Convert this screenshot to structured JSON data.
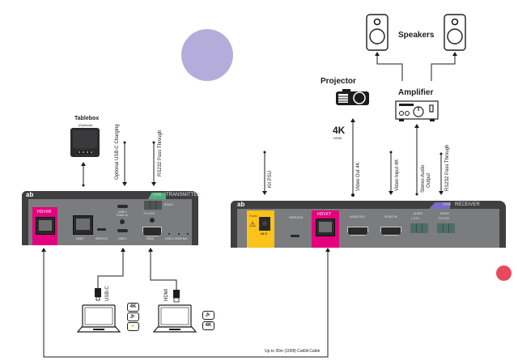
{
  "diagram": {
    "devices_top": {
      "speakers_label": "Speakers",
      "projector_label": "Projector",
      "amplifier_label": "Amplifier",
      "tablebox_label": "Tablebox",
      "tablebox_sub": "(Optional)",
      "hdmi_4k_big": "4K",
      "hdmi_4k_small": "HDMI"
    },
    "connection_labels": {
      "optional_usbc": "Optional USB-C Charging",
      "rs232_tx": "RS232 Pass Through",
      "kit_psu": "Kit PSU",
      "video_out": "Video Out 4K",
      "video_in": "Video Input 4K",
      "stereo_audio": "Stereo Audio",
      "stereo_audio_2": "Output",
      "rs232_rx": "RS232 Pass Through",
      "usbc_cable": "USB-C",
      "hdmi_cable": "HDMI",
      "cat6a": "Up to 35m (100ft) Cat6A Cable"
    },
    "transmitter": {
      "logo": "ab",
      "model_tag": "VXR",
      "title": "TRANSMITTER",
      "hdbaset_label": "HDVXR",
      "ports": {
        "hdbaset_in": "HDBT",
        "service": "SERVICE",
        "usbc_power": "USB-C",
        "usbc_power_2": "Power In",
        "usbc": "USB-C",
        "rs232": "RS232",
        "rs232_pins": "TX  G  RX",
        "hdmi": "HDMI",
        "leds": "USB-C  HDMI  Net"
      }
    },
    "receiver": {
      "logo": "ab",
      "model_tag": "VXR",
      "title": "RECEIVER",
      "power_label": "Power",
      "power_voltage": "24 V",
      "service": "SERVICE",
      "hdbaset_label": "HDVXT",
      "video_out": "VIDEO OUT",
      "video_in": "VIDEO IN",
      "audio": "AUDIO",
      "audio_pins": "L  G  R",
      "rs232": "RS232",
      "rs232_pins": "TX  G  RX"
    },
    "laptop_badges": {
      "usbc": [
        "4K",
        "audio",
        "charge"
      ],
      "hdmi": [
        "audio",
        "4K"
      ]
    },
    "colors": {
      "magenta": "#e5007e",
      "yellow": "#fbc21b",
      "device_grey": "#7b7c7e",
      "device_dark": "#3f3f42",
      "lavender": "#b4addb",
      "red_dot": "#e8495f",
      "tx_accent": "#4bb17a",
      "rx_accent": "#7a6bc7"
    }
  }
}
